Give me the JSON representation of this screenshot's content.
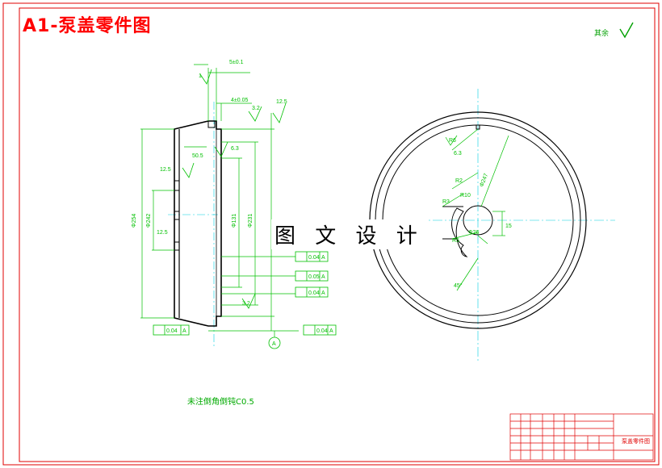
{
  "title": "A1-泵盖零件图",
  "watermark": "图 文 设 计",
  "technical_note": "未注倒角倒钝C0.5",
  "roughness_label": "其余",
  "colors": {
    "frame": "#e00000",
    "geometry": "#000000",
    "dimension": "#00c000",
    "centerline": "#00d0e0",
    "title": "#ff0000"
  },
  "dimensions": {
    "top_width": "5±0.1",
    "groove_width": "4±0.05",
    "chamfer_1": "1",
    "slot": "50.5",
    "ra_top": "3.2",
    "ra_right": "12.5",
    "ra_mid": "12.5",
    "ra_low": "12.5",
    "ra_bottom": "3.2",
    "dia_outer": "Φ254",
    "dia_bore": "Φ242",
    "dia_131": "Φ131",
    "dia_231": "Φ231",
    "ra_side": "6.3",
    "runout_1": "0.04",
    "runout_2": "0.05",
    "runout_3": "0.04",
    "runout_bottom_left": "0.04",
    "runout_bottom_right": "0.04",
    "datum": "A",
    "plan_r1": "R6",
    "plan_ra": "6.3",
    "plan_dia": "Φ247",
    "plan_r2": "R2",
    "plan_r3": "R3",
    "plan_r4": "R10",
    "plan_dia2": "Φ26",
    "plan_h": "15",
    "plan_r5": "R5",
    "plan_angle": "45°"
  },
  "title_block": {
    "label": "泵盖零件图"
  }
}
